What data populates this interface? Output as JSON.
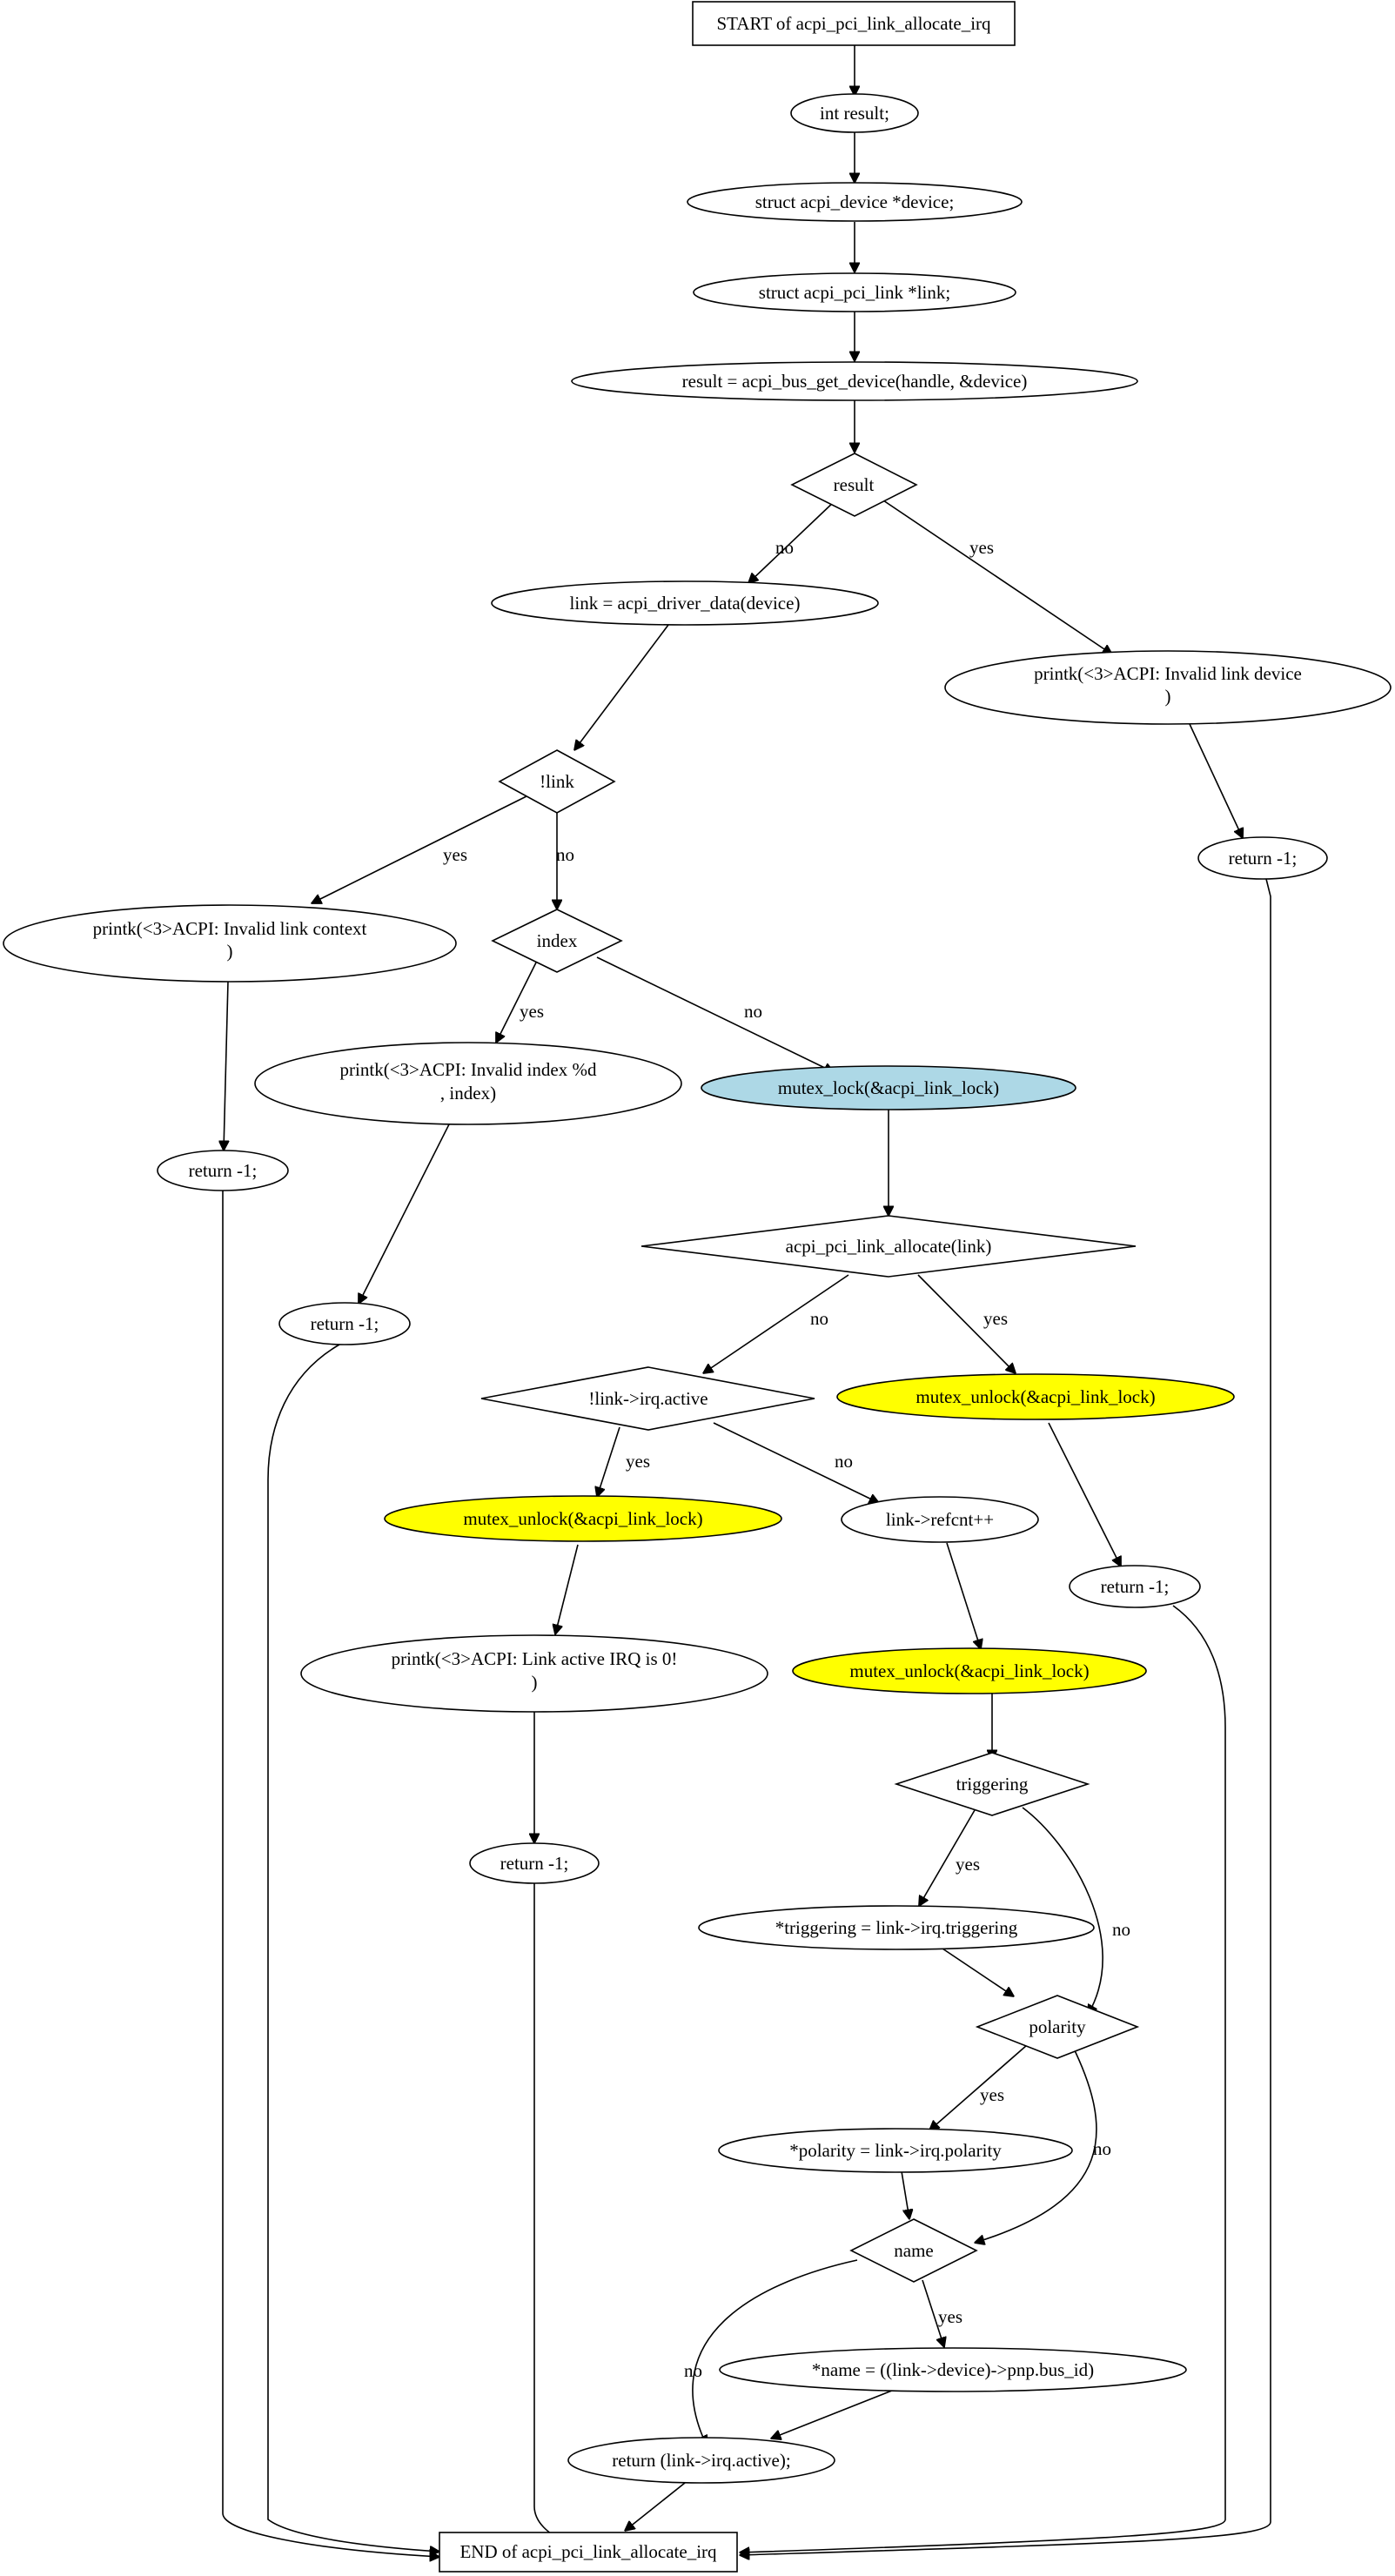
{
  "colors": {
    "highlight_lock": "#add8e6",
    "highlight_unlock": "#ffff00",
    "default_fill": "#ffffff",
    "stroke": "#000000"
  },
  "nodes": {
    "start": "START of acpi_pci_link_allocate_irq",
    "int_result": "int result;",
    "struct_device": "struct acpi_device *device;",
    "struct_link": "struct acpi_pci_link *link;",
    "get_device": "result = acpi_bus_get_device(handle, &device)",
    "result_dec": "result",
    "link_assign": "link = acpi_driver_data(device)",
    "printk_invalid_device_l1": "printk(<3>ACPI: Invalid link device",
    "printk_invalid_device_l2": ")",
    "link_dec": "!link",
    "return_dev": "return -1;",
    "printk_invalid_context_l1": "printk(<3>ACPI: Invalid link context",
    "printk_invalid_context_l2": ")",
    "index_dec": "index",
    "printk_invalid_index_l1": "printk(<3>ACPI: Invalid index %d",
    "printk_invalid_index_l2": ", index)",
    "mutex_lock": "mutex_lock(&acpi_link_lock)",
    "return_ctx": "return -1;",
    "allocate_dec": "acpi_pci_link_allocate(link)",
    "return_idx": "return -1;",
    "irq_active_dec": "!link->irq.active",
    "mutex_unlock_alloc": "mutex_unlock(&acpi_link_lock)",
    "mutex_unlock_active": "mutex_unlock(&acpi_link_lock)",
    "refcnt": "link->refcnt++",
    "return_alloc": "return -1;",
    "printk_active_irq_l1": "printk(<3>ACPI: Link active IRQ is 0!",
    "printk_active_irq_l2": ")",
    "mutex_unlock_refcnt": "mutex_unlock(&acpi_link_lock)",
    "triggering_dec": "triggering",
    "return_active": "return -1;",
    "triggering_assign": "*triggering = link->irq.triggering",
    "polarity_dec": "polarity",
    "polarity_assign": "*polarity = link->irq.polarity",
    "name_dec": "name",
    "name_assign": "*name = ((link->device)->pnp.bus_id)",
    "return_active_final": "return (link->irq.active);",
    "end": "END of acpi_pci_link_allocate_irq"
  },
  "edge_labels": {
    "result_no": "no",
    "result_yes": "yes",
    "link_yes": "yes",
    "link_no": "no",
    "index_yes": "yes",
    "index_no": "no",
    "alloc_no": "no",
    "alloc_yes": "yes",
    "active_yes": "yes",
    "active_no": "no",
    "trig_yes": "yes",
    "trig_no": "no",
    "pol_yes": "yes",
    "pol_no": "no",
    "name_yes": "yes",
    "name_no": "no"
  }
}
